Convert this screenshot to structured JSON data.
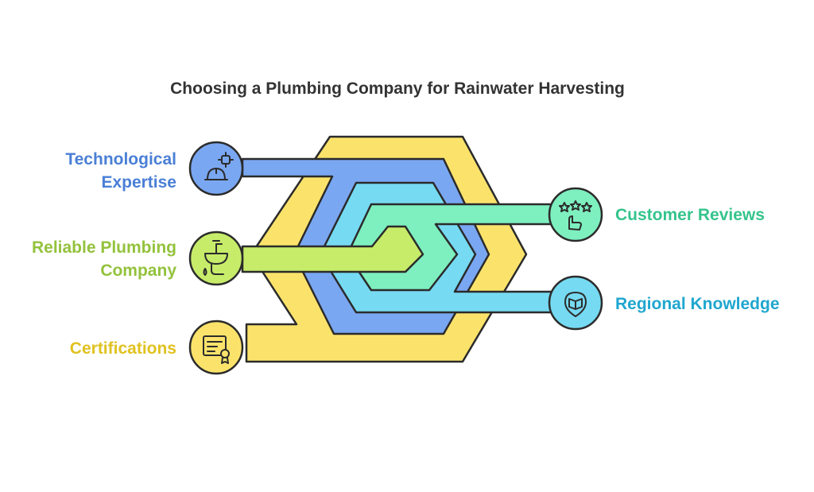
{
  "title": "Choosing a Plumbing Company for Rainwater Harvesting",
  "items": [
    {
      "id": "technological-expertise",
      "label": "Technological\nExpertise",
      "color": "#4a7fd6",
      "icon": "hard-hat-icon",
      "side": "left"
    },
    {
      "id": "reliable-plumbing-company",
      "label": "Reliable Plumbing\nCompany",
      "color": "#93c23c",
      "icon": "sink-icon",
      "side": "left"
    },
    {
      "id": "certifications",
      "label": "Certifications",
      "color": "#e0c21f",
      "icon": "certificate-icon",
      "side": "left"
    },
    {
      "id": "customer-reviews",
      "label": "Customer Reviews",
      "color": "#34c48c",
      "icon": "stars-hand-icon",
      "side": "right"
    },
    {
      "id": "regional-knowledge",
      "label": "Regional Knowledge",
      "color": "#1fa6cf",
      "icon": "map-book-icon",
      "side": "right"
    }
  ],
  "palette": {
    "yellow_fill": "#fbe36b",
    "blue_fill": "#7aa7f2",
    "cyan_fill": "#76daf2",
    "green_fill": "#7eefbf",
    "lime_fill": "#c7ec6a",
    "outline": "#2b2b2b"
  }
}
